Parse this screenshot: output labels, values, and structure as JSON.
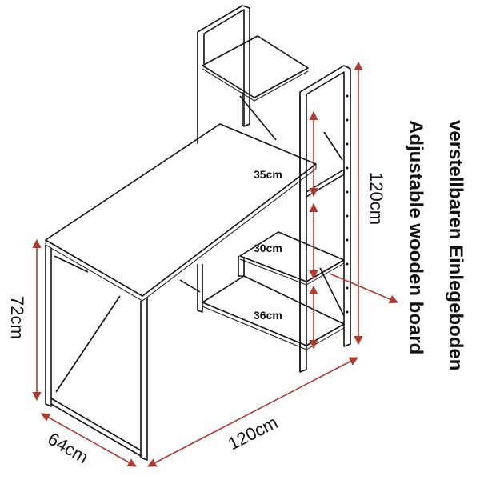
{
  "labels": {
    "shelf_top": "35cm",
    "shelf_middle": "30cm",
    "shelf_bottom": "36cm",
    "total_height_shelf": "120cm",
    "desk_height": "72cm",
    "depth": "64cm",
    "width": "120cm",
    "text_german": "verstellbaren Einlegeboden",
    "text_english": "Adjustable wooden board"
  },
  "colors": {
    "frame": "#111111",
    "dimension_arrows": "#b03a2e",
    "background": "#ffffff"
  }
}
